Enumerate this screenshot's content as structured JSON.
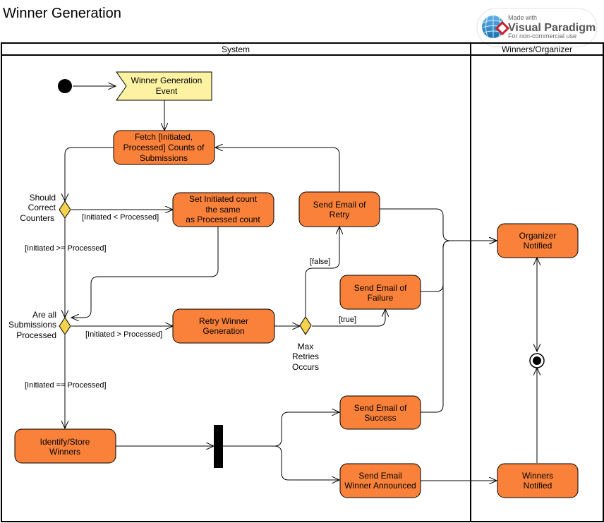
{
  "title": "Winner Generation",
  "watermark": {
    "line1": "Made with",
    "line2": "Visual Paradigm",
    "line3": "For non-commercial use"
  },
  "lanes": [
    "System",
    "Winners/Organizer"
  ],
  "nodes": {
    "event": [
      "Winner Generation",
      "Event"
    ],
    "fetch": [
      "Fetch [Initiated,",
      "Processed] Counts of",
      "Submissions"
    ],
    "set_initiated": [
      "Set Initiated count",
      "the same",
      "as Processed count"
    ],
    "send_retry": [
      "Send Email of",
      "Retry"
    ],
    "send_failure": [
      "Send Email of",
      "Failure"
    ],
    "retry_generation": [
      "Retry Winner",
      "Generation"
    ],
    "identify": [
      "Identify/Store",
      "Winners"
    ],
    "send_success": [
      "Send Email of",
      "Success"
    ],
    "send_announced": [
      "Send Email",
      "Winner Announced"
    ],
    "organizer_notified": [
      "Organizer",
      "Notified"
    ],
    "winners_notified": [
      "Winners",
      "Notified"
    ]
  },
  "decision_labels": {
    "should_correct": [
      "Should",
      "Correct",
      "Counters"
    ],
    "all_processed": [
      "Are all",
      "Submissions",
      "Processed"
    ],
    "max_retries": [
      "Max",
      "Retries",
      "Occurs"
    ]
  },
  "guards": {
    "lt": "[Initiated < Processed]",
    "gte": "[Initiated >= Processed]",
    "gt": "[Initiated > Processed]",
    "eq": "[Initiated == Processed]",
    "false": "[false]",
    "true": "[true]"
  },
  "colors": {
    "action": "#f9813a",
    "event": "#fdf2a2",
    "decision": "#f5d14d"
  }
}
